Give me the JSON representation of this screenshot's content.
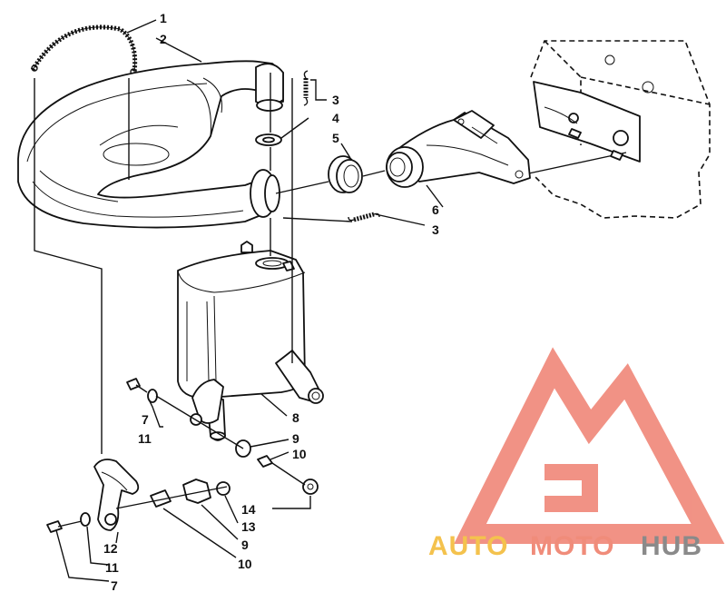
{
  "callouts": {
    "c1": "1",
    "c2": "2",
    "c3a": "3",
    "c4": "4",
    "c5": "5",
    "c6": "6",
    "c3b": "3",
    "c7a": "7",
    "c11a": "11",
    "c8": "8",
    "c9a": "9",
    "c10a": "10",
    "c14": "14",
    "c13": "13",
    "c9b": "9",
    "c12": "12",
    "c10b": "10",
    "c11b": "11",
    "c7b": "7"
  },
  "watermark": {
    "auto": "AUTO",
    "moto": "MOTO",
    "hub": "HUB",
    "colors": {
      "logo": "#ef8070",
      "auto": "#f4c24d",
      "moto": "#f08c7a",
      "hub": "#8a8a8a"
    }
  }
}
